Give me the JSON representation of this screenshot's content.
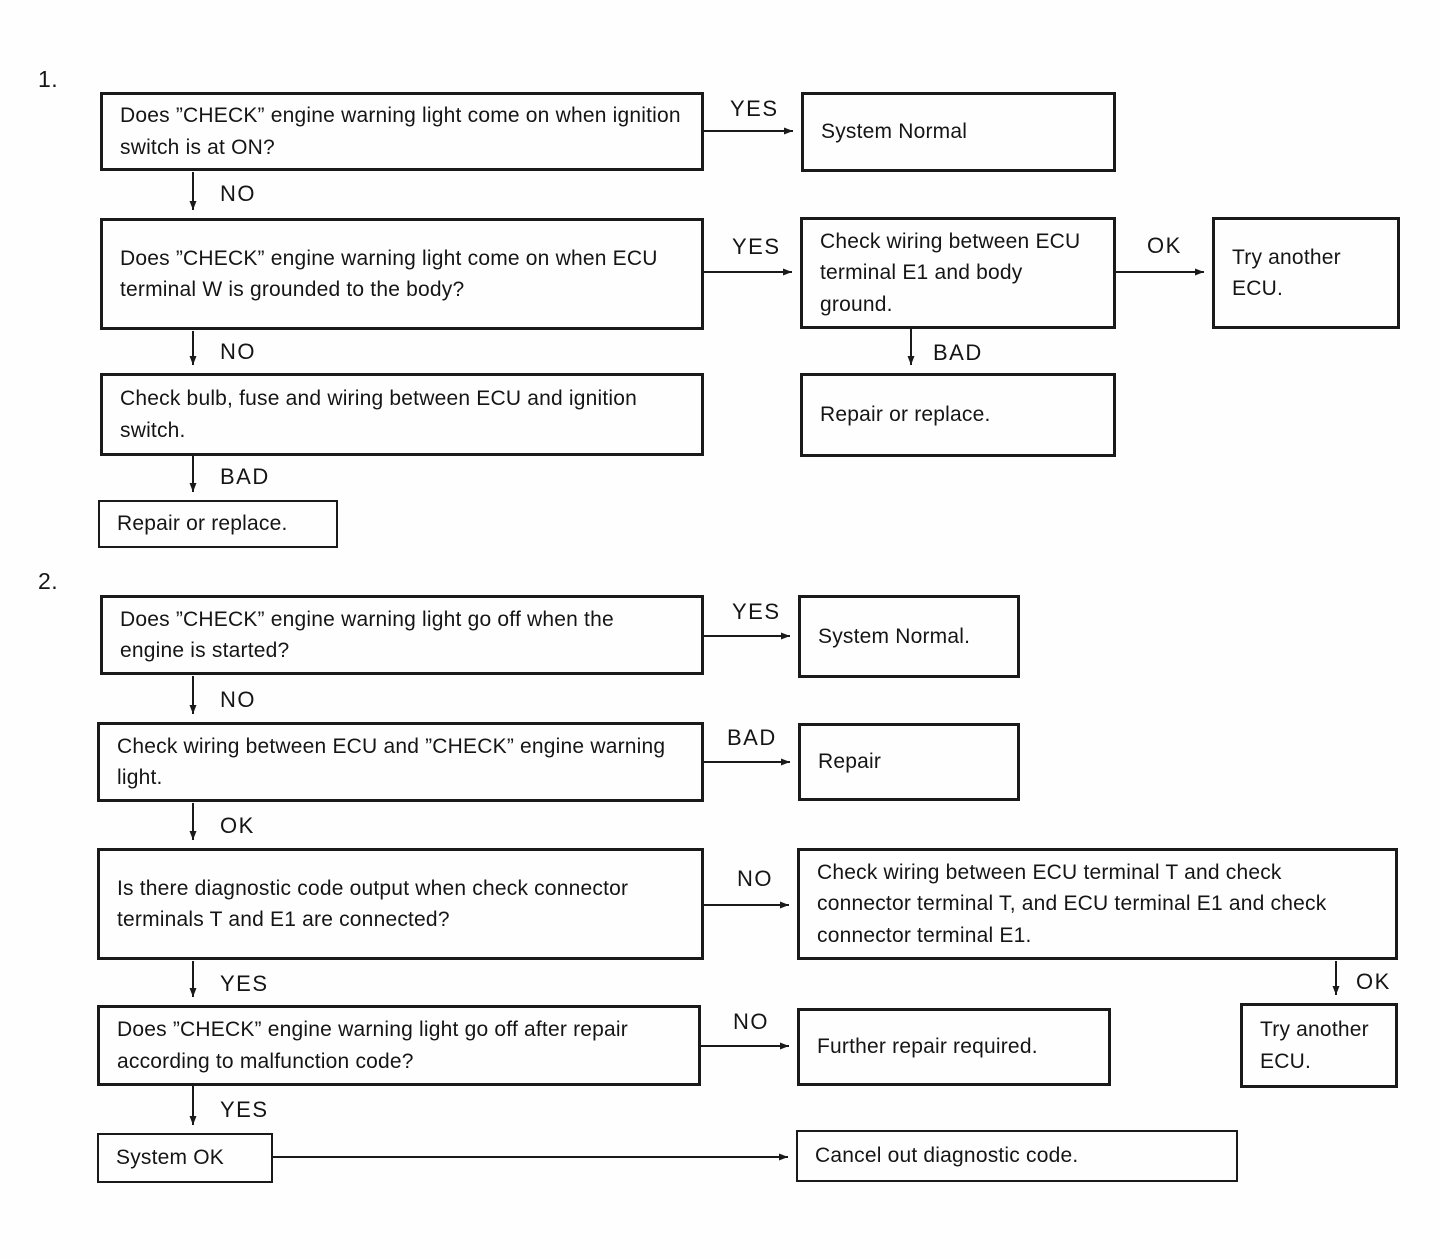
{
  "edge_labels": {
    "yes": "YES",
    "no": "NO",
    "bad": "BAD",
    "ok": "OK"
  },
  "section1": {
    "number": "1.",
    "q_ignition_on": "Does ”CHECK” engine warning light come on when ignition switch is at ON?",
    "system_normal": "System Normal",
    "q_terminal_w": "Does ”CHECK” engine warning light come on when ECU terminal W is grounded to the body?",
    "check_wiring_e1": "Check wiring between ECU terminal E1 and body ground.",
    "try_another_ecu": "Try another ECU.",
    "repair_or_replace_right": "Repair or replace.",
    "check_bulb_fuse": "Check bulb, fuse and wiring between ECU and ignition switch.",
    "repair_or_replace_left": "Repair or replace."
  },
  "section2": {
    "number": "2.",
    "q_light_off_start": "Does ”CHECK” engine warning light go off when the engine is started?",
    "system_normal": "System Normal.",
    "check_wiring_light": "Check wiring between ECU and ”CHECK” engine warning light.",
    "repair": "Repair",
    "q_diag_code": "Is there diagnostic code output when check connector terminals T and E1 are connected?",
    "check_wiring_t_e1": "Check wiring between ECU terminal T and check connector terminal T, and ECU terminal E1 and check connector terminal E1.",
    "q_light_off_repair": "Does ”CHECK” engine warning light go off after repair according to malfunction code?",
    "further_repair": "Further repair required.",
    "try_another_ecu": "Try another ECU.",
    "system_ok": "System OK",
    "cancel_code": "Cancel out diagnostic code."
  }
}
